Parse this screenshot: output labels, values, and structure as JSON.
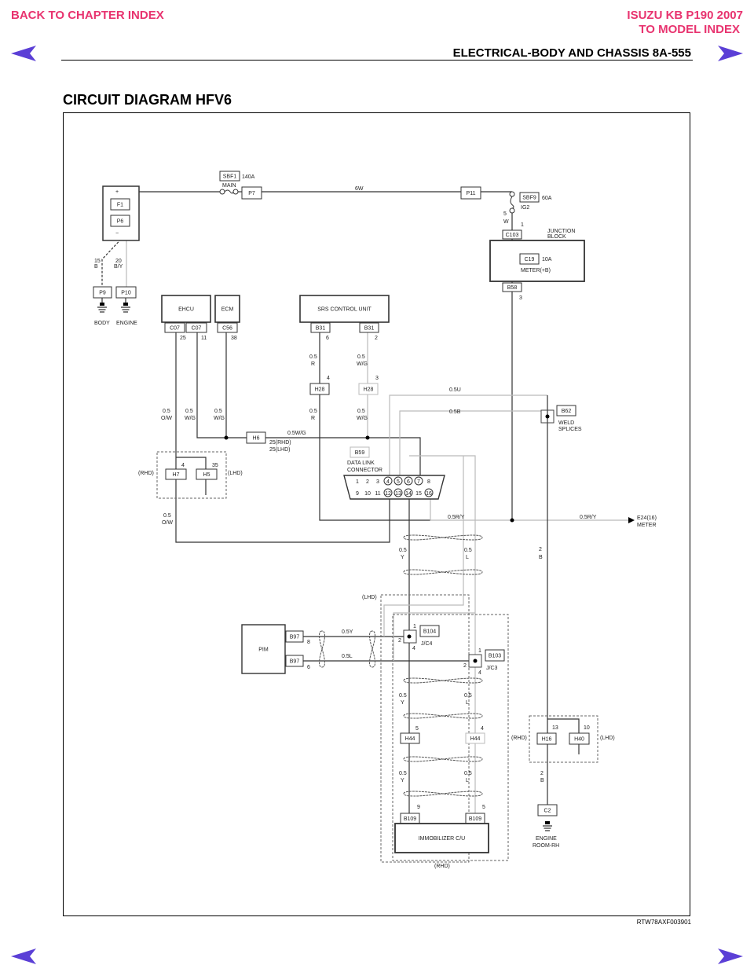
{
  "header": {
    "back_link": "BACK TO CHAPTER INDEX",
    "model_title": "ISUZU KB P190 2007",
    "model_link": "TO MODEL INDEX",
    "section": "ELECTRICAL-BODY AND CHASSIS  8A-555",
    "accent_color": "#e8336f",
    "arrow_color": "#5b3fd6"
  },
  "page_title": "CIRCUIT DIAGRAM HFV6",
  "figure_code": "RTW78AXF003901",
  "diagram": {
    "boxes": {
      "sbf1": "SBF1",
      "p7": "P7",
      "p11": "P11",
      "sbf9": "SBF9",
      "c103": "C103",
      "c19": "C19",
      "b58": "B58",
      "f1": "F1",
      "p6": "P6",
      "p9": "P9",
      "p10": "P10",
      "ehcu": "EHCU",
      "ecm": "ECM",
      "c07a": "C07",
      "c07b": "C07",
      "c56": "C56",
      "srs": "SRS CONTROL UNIT",
      "b31a": "B31",
      "b31b": "B31",
      "h28a": "H28",
      "h28b": "H28",
      "h6": "H6",
      "h7": "H7",
      "h5": "H5",
      "b59": "B59",
      "b62": "B62",
      "pim": "PIM",
      "b97a": "B97",
      "b97b": "B97",
      "b104": "B104",
      "b103": "B103",
      "h44a": "H44",
      "h44b": "H44",
      "b109a": "B109",
      "b109b": "B109",
      "immo": "IMMOBILIZER C/U",
      "h16": "H16",
      "h40": "H40",
      "c2": "C2"
    },
    "labels": {
      "sbf1_amp": "140A",
      "main": "MAIN",
      "w6w": "6W",
      "sbf9_amp": "60A",
      "ig2": "IG2",
      "p5": "5",
      "w": "W",
      "p1": "1",
      "jb1": "JUNCTION",
      "jb2": "BLOCK",
      "c19_amp": "10A",
      "meter_b": "METER(+B)",
      "p3": "3",
      "plus": "+",
      "minus": "−",
      "g15": "15",
      "gb": "B",
      "g20": "20",
      "gby": "B/Y",
      "body": "BODY",
      "engine": "ENGINE",
      "pin25": "25",
      "pin11": "11",
      "pin38": "38",
      "pin6": "6",
      "pin2": "2",
      "r05a": "0.5",
      "r_a": "R",
      "wg05a": "0.5",
      "wg_a": "W/G",
      "h28pin4": "4",
      "h28pin3": "3",
      "r05b": "0.5",
      "r_b": "R",
      "wg05b": "0.5",
      "wg_b": "W/G",
      "ow05": "0.5",
      "ow": "O/W",
      "wg05c": "0.5",
      "wg_c": "W/G",
      "wg05d": "0.5",
      "wg_d": "W/G",
      "w05wg": "0.5W/G",
      "rhd25": "25(RHD)",
      "lhd25": "25(LHD)",
      "rhd_h7": "(RHD)",
      "lhd_h5": "(LHD)",
      "h7pin": "4",
      "h5pin": "35",
      "ow05b": "0.5",
      "owb": "O/W",
      "dlc1": "DATA LINK",
      "dlc2": "CONNECTOR",
      "w05u": "0.5U",
      "w05b": "0.5B",
      "weld1": "WELD",
      "weld2": "SPLICES",
      "ry1": "0.5R/Y",
      "ry2": "0.5R/Y",
      "e24": "E24(16)",
      "meter": "METER",
      "b2a": "2",
      "b2b": "B",
      "y05a": "0.5",
      "ya": "Y",
      "l05a": "0.5",
      "la": "L",
      "lhd_box": "(LHD)",
      "rhd_box": "(RHD)",
      "pim8": "8",
      "pim6": "6",
      "w05y": "0.5Y",
      "w05l": "0.5L",
      "jc4_1": "1",
      "jc4_2": "2",
      "jc4_4": "4",
      "jc4": "J/C4",
      "jc3_1": "1",
      "jc3_2": "2",
      "jc3_4": "4",
      "jc3": "J/C3",
      "y05b": "0.5",
      "yb": "Y",
      "l05b": "0.5",
      "lb": "L",
      "h44p5": "5",
      "h44p4": "4",
      "y05c": "0.5",
      "yc": "Y",
      "l05c": "0.5",
      "lc": "L",
      "b109p9": "9",
      "b109p5": "5",
      "h16p": "13",
      "h40p": "10",
      "rhd_h16": "(RHD)",
      "lhd_h40": "(LHD)",
      "r2a": "2",
      "r2b": "B",
      "er1": "ENGINE",
      "er2": "ROOM-RH"
    },
    "dlc_pins_top": [
      "1",
      "2",
      "3",
      "4",
      "5",
      "6",
      "7",
      "8"
    ],
    "dlc_pins_bottom": [
      "9",
      "10",
      "11",
      "12",
      "13",
      "14",
      "15",
      "16"
    ],
    "dlc_used_pins": [
      "4",
      "5",
      "6",
      "7",
      "12",
      "13",
      "14",
      "16"
    ]
  }
}
